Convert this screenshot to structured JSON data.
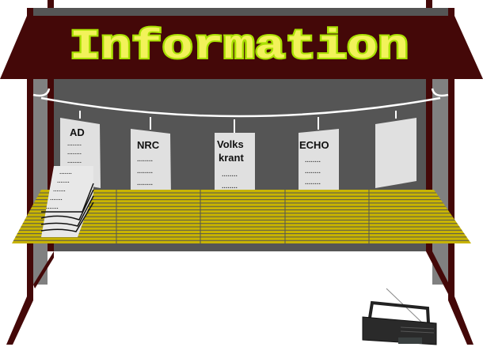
{
  "sign": {
    "title": "Information"
  },
  "newspapers": [
    {
      "label_lines": [
        "AD"
      ]
    },
    {
      "label_lines": [
        "NRC"
      ]
    },
    {
      "label_lines": [
        "Volks",
        "krant"
      ]
    },
    {
      "label_lines": [
        "ECHO"
      ]
    },
    {
      "label_lines": []
    }
  ],
  "colors": {
    "roof": "#440808",
    "sign_text": "#f2f25a",
    "sign_shadow": "#a8e000",
    "back_wall": "#555555",
    "pillar": "#808080",
    "counter": "#c8b400",
    "paper": "#e0e0e0"
  }
}
